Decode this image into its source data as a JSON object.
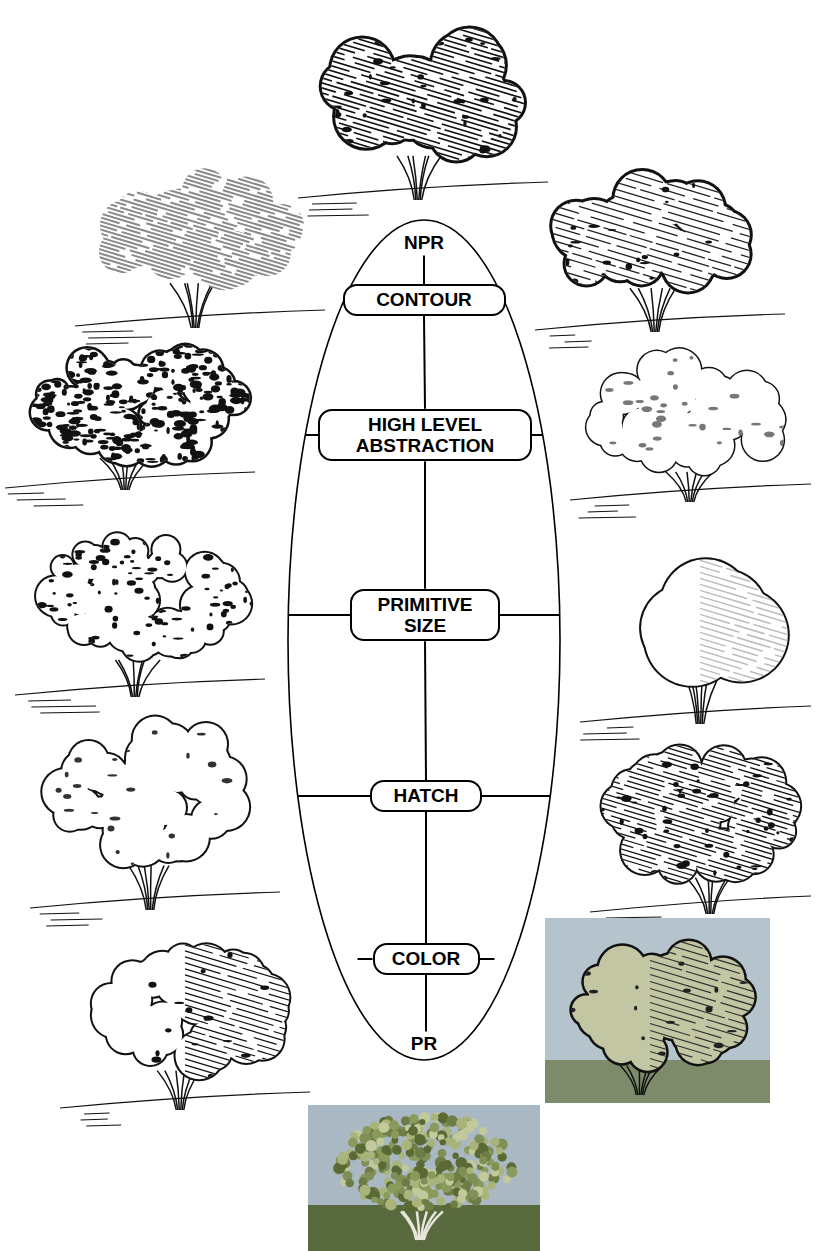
{
  "diagram": {
    "nodes": [
      {
        "text": [
          "CONTOUR"
        ]
      },
      {
        "text": [
          "HIGH LEVEL ABSTRACTION"
        ]
      },
      {
        "text": [
          "PRIMITIVE SIZE"
        ]
      },
      {
        "text": [
          "HATCH"
        ]
      },
      {
        "text": [
          "COLOR"
        ]
      }
    ],
    "edges": [
      {
        "from": 0,
        "to": 1,
        "arrow": "none"
      },
      {
        "from": 1,
        "to": 2,
        "arrow": "none"
      },
      {
        "from": 2,
        "to": 3,
        "arrow": "none"
      },
      {
        "from": 3,
        "to": 4,
        "arrow": "none"
      }
    ],
    "labels": [
      "NPR",
      "PR"
    ]
  }
}
